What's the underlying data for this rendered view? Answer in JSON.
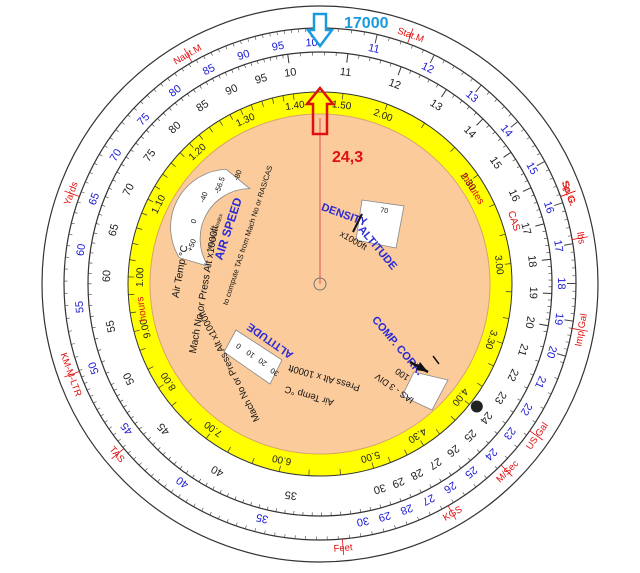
{
  "annotation": {
    "altitude_value": "17000",
    "result_value": "24,3",
    "marker_color_altitude": "#1a9be0",
    "marker_color_result": "#e01010"
  },
  "colors": {
    "outer_disk": "#ffffff",
    "yellow_ring": "#ffff00",
    "inner_disk": "#fbcb9b",
    "outer_scale": "#1a1ad6",
    "inner_scale": "#222222",
    "red_labels": "#e01010",
    "ring_stroke": "#333333"
  },
  "outer_scale": {
    "numbers": [
      "10",
      "11",
      "12",
      "13",
      "14",
      "15",
      "16",
      "17",
      "18",
      "19",
      "20",
      "21",
      "22",
      "23",
      "24",
      "25",
      "26",
      "27",
      "28",
      "29",
      "30",
      "35",
      "40",
      "45",
      "50",
      "55",
      "60",
      "65",
      "70",
      "75",
      "80",
      "85",
      "90",
      "95"
    ],
    "units": [
      {
        "label": "Sp.G.",
        "value": 70
      },
      {
        "label": "lbs",
        "value": 80
      },
      {
        "label": "Imp Gal",
        "value": 100
      },
      {
        "label": "US Gal",
        "value": 125
      },
      {
        "label": "M/Sec",
        "value": 135
      },
      {
        "label": "Feet",
        "value": 175
      },
      {
        "label": "TAS",
        "value": 230
      },
      {
        "label": "Naut.M",
        "value": 330
      },
      {
        "label": "Stat.M",
        "value": 380
      },
      {
        "label": "Sp. G.",
        "value": 430
      },
      {
        "label": "KGS",
        "value": 510
      },
      {
        "label": "KM-M-LTR",
        "value": 610
      },
      {
        "label": "Yards",
        "value": 650
      }
    ]
  },
  "inner_scale": {
    "numbers": [
      "10",
      "11",
      "12",
      "13",
      "14",
      "15",
      "16",
      "17",
      "18",
      "19",
      "20",
      "21",
      "22",
      "23",
      "24",
      "25",
      "26",
      "27",
      "28",
      "29",
      "30",
      "35",
      "40",
      "45",
      "50",
      "55",
      "60",
      "65",
      "70",
      "75",
      "80",
      "85",
      "90",
      "95"
    ]
  },
  "time_scale": {
    "labels": [
      "1.00",
      "1.10",
      "1.20",
      "1.30",
      "1.40",
      "1.50",
      "2.00",
      "2.30",
      "3.00",
      "3.30",
      "4.00",
      "4.30",
      "5.00",
      "6.00",
      "7.00",
      "8.00",
      "9.00"
    ],
    "hours_label": "hours",
    "minutes_label": "minutes",
    "cas_label": "CAS"
  },
  "windows": {
    "airspeed_title": "AIR SPEED",
    "airspeed_sub": "to compute TAS from Mach No or RAS/CAS",
    "air_temp_label": "Air Temp °C",
    "press_alt_label": "Mach No or Press Alt x1000ft",
    "airspeed_ticks": [
      "-80",
      "-56.5",
      "-40",
      "0",
      "+50"
    ],
    "mach_label": "Mach No Index",
    "density_title": "DENSITY",
    "altitude_title": "ALTITUDE",
    "x1000ft": "x1000ft",
    "density_tick": "70",
    "altitude_window_title": "ALTITUDE",
    "altitude_ticks": [
      "30",
      "20",
      "10",
      "0"
    ],
    "press_alt_x1000": "Press Alt x 1000ft",
    "air_temp_2": "Air Temp °C",
    "comp_corr": "COMP. CORR.",
    "ias_label": "IAS - 3 DIV",
    "ias_value": "100"
  }
}
